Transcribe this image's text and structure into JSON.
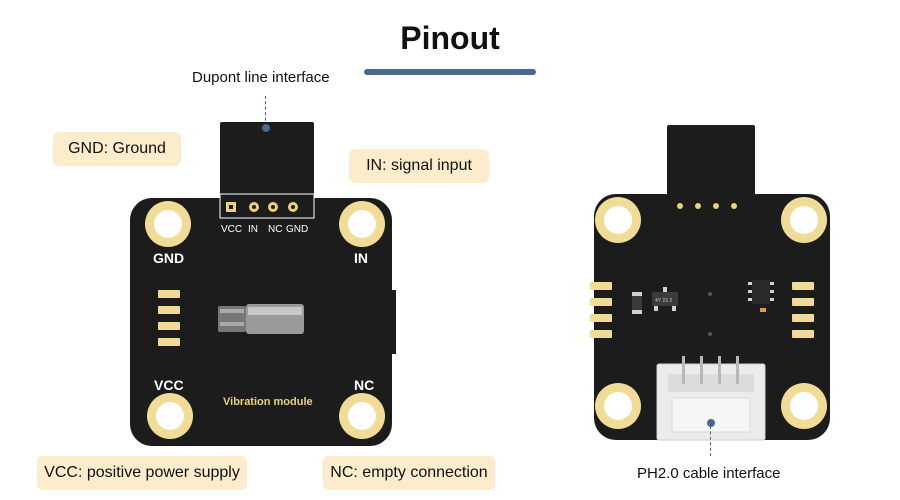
{
  "title": "Pinout",
  "captions": {
    "dupont": "Dupont line interface",
    "ph20": "PH2.0 cable interface"
  },
  "tags": {
    "gnd": "GND: Ground",
    "in": "IN: signal input",
    "vcc": "VCC: positive power supply",
    "nc": "NC: empty connection"
  },
  "front_board": {
    "pins": [
      "VCC",
      "IN",
      "NC",
      "GND"
    ],
    "corners": {
      "top_left": "GND",
      "top_right": "IN",
      "bottom_left": "VCC",
      "bottom_right": "NC"
    },
    "module_name": "Vibration module"
  },
  "back_board": {
    "chip_marking": "4Y 23 2"
  },
  "colors": {
    "accent": "#4a6890",
    "tag_background": "#fbeccb",
    "pcb": "#1c1c1c",
    "gold_pad": "#f0dc96"
  }
}
